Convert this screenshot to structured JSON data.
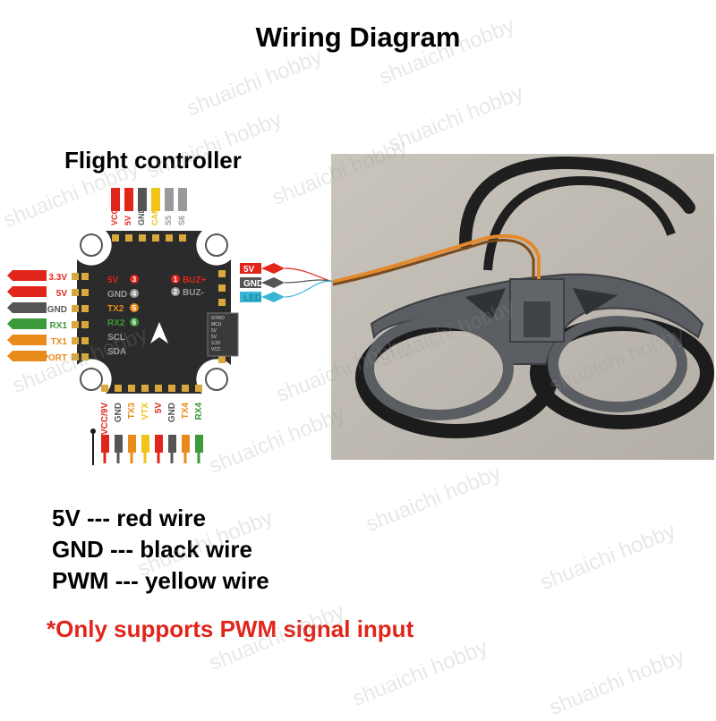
{
  "title": "Wiring Diagram",
  "fc_label": "Flight controller",
  "wiring_notes": [
    "5V --- red wire",
    "GND --- black wire",
    "PWM --- yellow wire"
  ],
  "warning": "*Only supports PWM signal input",
  "watermark": "shuaichi hobby",
  "colors": {
    "red": "#e1251b",
    "gray": "#555555",
    "lightgray": "#9a9a9a",
    "yellow": "#f0c419",
    "orange": "#e98a1c",
    "green": "#3b9a3b",
    "cyan": "#38b6d3",
    "black": "#1a1a1a",
    "board": "#2b2b2b",
    "pad": "#d8a83c"
  },
  "fc": {
    "top_pins": [
      {
        "label": "VCC",
        "color": "red"
      },
      {
        "label": "5V",
        "color": "red"
      },
      {
        "label": "GND",
        "color": "gray"
      },
      {
        "label": "CAM",
        "color": "yellow"
      },
      {
        "label": "S5",
        "color": "lightgray"
      },
      {
        "label": "S6",
        "color": "lightgray"
      }
    ],
    "left_pins": [
      {
        "label": "3.3V",
        "color": "red"
      },
      {
        "label": "5V",
        "color": "red"
      },
      {
        "label": "GND",
        "color": "gray"
      },
      {
        "label": "RX1",
        "color": "green"
      },
      {
        "label": "TX1",
        "color": "orange"
      },
      {
        "label": "S/F.PORT",
        "color": "orange"
      }
    ],
    "bottom_pins": [
      {
        "label": "VCC/9V",
        "color": "red"
      },
      {
        "label": "GND",
        "color": "gray"
      },
      {
        "label": "TX3",
        "color": "orange"
      },
      {
        "label": "VTX",
        "color": "yellow"
      },
      {
        "label": "5V",
        "color": "red"
      },
      {
        "label": "GND",
        "color": "gray"
      },
      {
        "label": "TX4",
        "color": "orange"
      },
      {
        "label": "RX4",
        "color": "green"
      }
    ],
    "board_labels_left": [
      {
        "text": "5V",
        "num": "3",
        "badge": "red",
        "color": "red"
      },
      {
        "text": "GND",
        "num": "4",
        "badge": "lightgray",
        "color": "lightgray"
      },
      {
        "text": "TX2",
        "num": "5",
        "badge": "orange",
        "color": "orange"
      },
      {
        "text": "RX2",
        "num": "6",
        "badge": "green",
        "color": "green"
      },
      {
        "text": "SCL",
        "num": "",
        "badge": "",
        "color": "lightgray"
      },
      {
        "text": "SDA",
        "num": "",
        "badge": "",
        "color": "lightgray"
      }
    ],
    "board_labels_right": [
      {
        "text": "BUZ+",
        "num": "1",
        "badge": "red",
        "color": "red"
      },
      {
        "text": "BUZ-",
        "num": "2",
        "badge": "lightgray",
        "color": "lightgray"
      }
    ],
    "connector_pins": [
      "GYRO",
      "MCU",
      "5V",
      "5V",
      "3.3V",
      "VCC"
    ]
  },
  "device_wires": [
    {
      "label": "5V",
      "color": "red"
    },
    {
      "label": "GND",
      "color": "gray"
    },
    {
      "label": "LED",
      "color": "cyan"
    }
  ]
}
